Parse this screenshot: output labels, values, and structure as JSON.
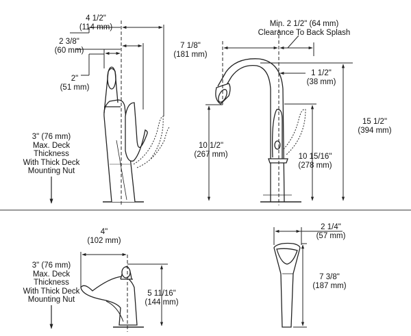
{
  "colors": {
    "line": "#222222",
    "text": "#111111",
    "background": "#ffffff"
  },
  "side_view": {
    "overall_reach": {
      "inch": "4 1/2\"",
      "mm": "(114 mm)"
    },
    "handle_reach": {
      "inch": "2 3/8\"",
      "mm": "(60 mm)"
    },
    "handle_offset": {
      "inch": "2\"",
      "mm": "(51 mm)"
    },
    "deck_note": [
      "3\" (76 mm)",
      "Max. Deck",
      "Thickness",
      "With Thick Deck",
      "Mounting Nut"
    ]
  },
  "front_view": {
    "clearance": {
      "line1": "Min. 2 1/2\" (64 mm)",
      "line2": "Clearance To Back Splash"
    },
    "spout_reach": {
      "inch": "7 1/8\"",
      "mm": "(181 mm)"
    },
    "handle_offset": {
      "inch": "1 1/2\"",
      "mm": "(38 mm)"
    },
    "overall_height": {
      "inch": "15 1/2\"",
      "mm": "(394 mm)"
    },
    "spout_height": {
      "inch": "10 1/2\"",
      "mm": "(267 mm)"
    },
    "handle_height": {
      "inch": "10 15/16\"",
      "mm": "(278 mm)"
    }
  },
  "soap_dispenser": {
    "reach": {
      "inch": "4\"",
      "mm": "(102 mm)"
    },
    "height": {
      "inch": "5 11/16\"",
      "mm": "(144 mm)"
    },
    "deck_note": [
      "3\" (76 mm)",
      "Max. Deck",
      "Thickness",
      "With Thick Deck",
      "Mounting Nut"
    ]
  },
  "side_sprayer": {
    "width": {
      "inch": "2 1/4\"",
      "mm": "(57 mm)"
    },
    "height": {
      "inch": "7 3/8\"",
      "mm": "(187 mm)"
    }
  }
}
